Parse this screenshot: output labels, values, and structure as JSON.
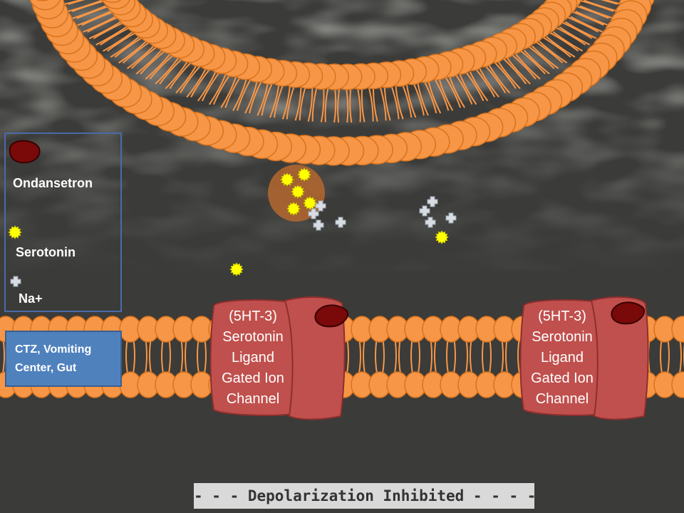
{
  "legend": {
    "ondansetron": "Ondansetron",
    "serotonin": "Serotonin",
    "sodium": "Na+"
  },
  "location_label": "CTZ, Vomiting Center, Gut",
  "channels": [
    {
      "lines": [
        "(5HT-3)",
        "Serotonin",
        "Ligand",
        "Gated Ion",
        "Channel"
      ]
    },
    {
      "lines": [
        "(5HT-3)",
        "Serotonin",
        "Ligand",
        "Gated Ion",
        "Channel"
      ]
    }
  ],
  "status": "- - - Depolarization Inhibited - - - -",
  "colors": {
    "background": "#3b3b39",
    "lipid_head": "#f79646",
    "lipid_outline": "#d8741e",
    "channel": "#c0504d",
    "ondansetron": "#7a0a0a",
    "serotonin": "#ffff00",
    "sodium": "#d8dde3",
    "legend_border": "#4a6aa8",
    "location_box": "#4f81bd"
  }
}
